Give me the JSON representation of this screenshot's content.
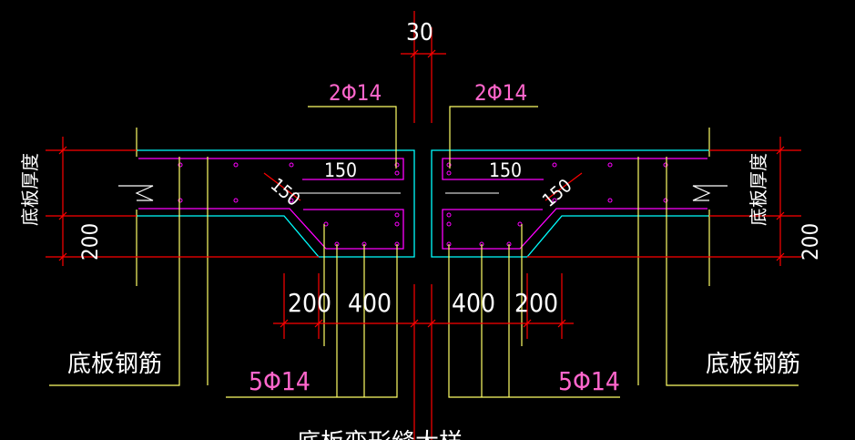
{
  "colors": {
    "background": "#000000",
    "dimension": "#ff0000",
    "outline": "#00ffff",
    "rebar": "#ff00ff",
    "label_pink": "#ff66cc",
    "label_white": "#ffffff",
    "stirrup": "#ffff66"
  },
  "dims": {
    "gap": "30",
    "thickness": "200",
    "w200": "200",
    "w400": "400",
    "slope150": "150",
    "top150": "150"
  },
  "labels": {
    "top_bar": "2Φ14",
    "bottom_bar": "5Φ14",
    "slab_thickness": "底板厚度",
    "slab_rebar": "底板钢筋",
    "caption_partial": "底板变形缝大样"
  }
}
